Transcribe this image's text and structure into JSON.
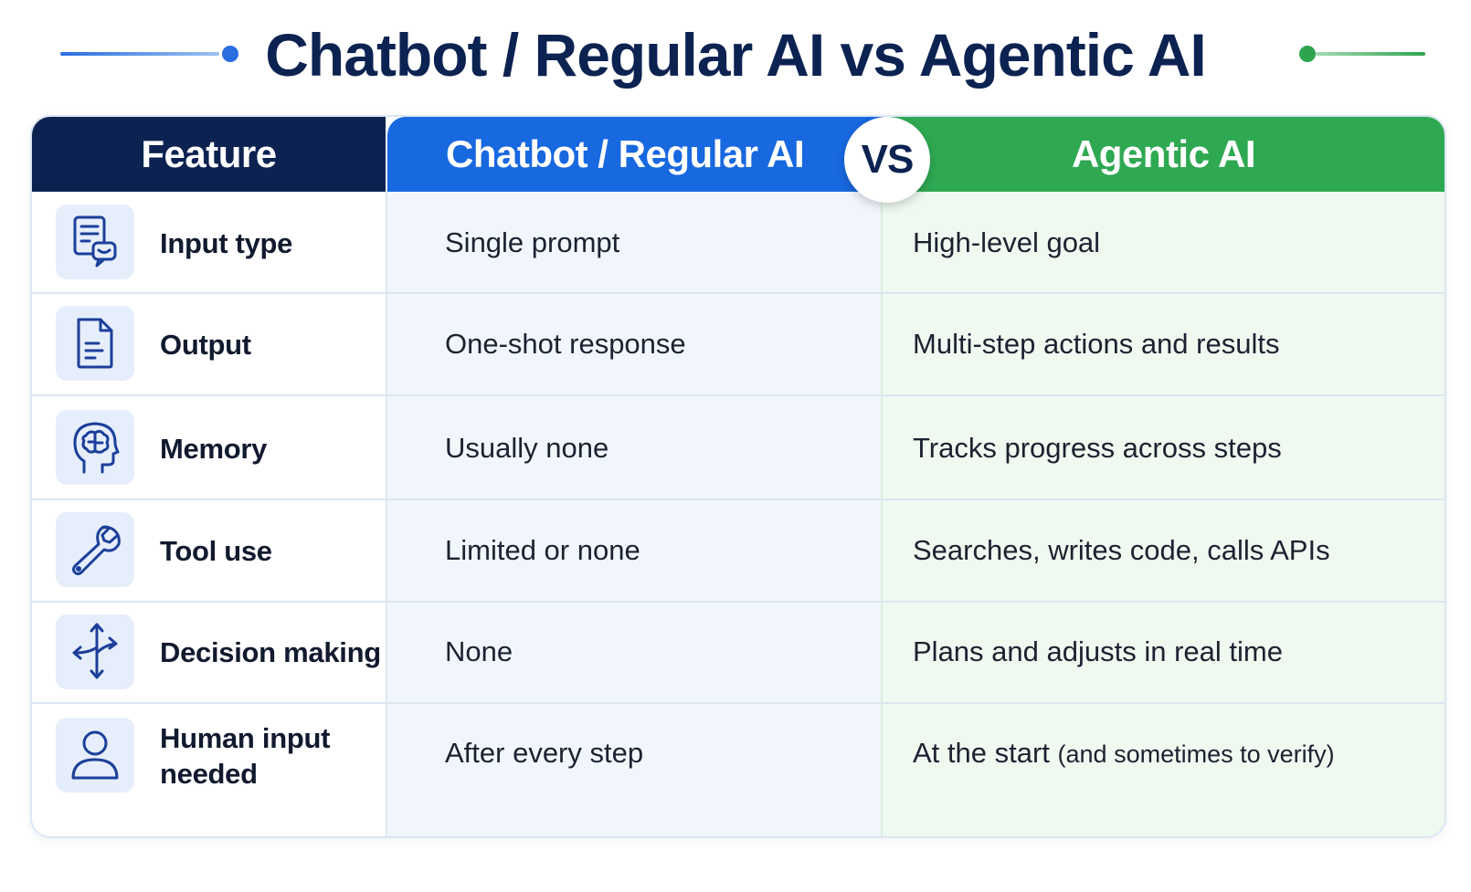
{
  "title": "Chatbot / Regular AI vs Agentic AI",
  "colors": {
    "navy": "#0c2352",
    "blue": "#1868e0",
    "green": "#2fa852"
  },
  "header": {
    "feature": "Feature",
    "chatbot": "Chatbot / Regular AI",
    "vs": "VS",
    "agentic": "Agentic AI"
  },
  "rows": [
    {
      "icon": "chat-document-icon",
      "feature": "Input type",
      "chatbot": "Single prompt",
      "agentic": "High-level goal"
    },
    {
      "icon": "document-icon",
      "feature": "Output",
      "chatbot": "One-shot response",
      "agentic": "Multi-step actions and results"
    },
    {
      "icon": "brain-head-icon",
      "feature": "Memory",
      "chatbot": "Usually none",
      "agentic": "Tracks progress across steps"
    },
    {
      "icon": "wrench-icon",
      "feature": "Tool use",
      "chatbot": "Limited or none",
      "agentic": "Searches, writes code, calls APIs"
    },
    {
      "icon": "branching-arrows-icon",
      "feature": "Decision making",
      "chatbot": "None",
      "agentic": "Plans and adjusts in real time"
    },
    {
      "icon": "user-icon",
      "feature_line1": "Human input",
      "feature_line2": "needed",
      "chatbot": "After every step",
      "agentic_main": "At the start",
      "agentic_note": "(and sometimes to verify)"
    }
  ]
}
